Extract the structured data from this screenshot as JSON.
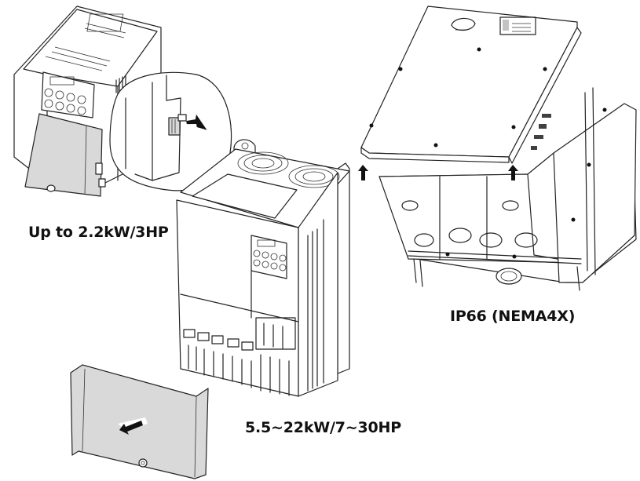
{
  "figure": {
    "labels": {
      "small_drive": "Up to 2.2kW/3HP",
      "medium_drive": "5.5~22kW/7~30HP",
      "ip66_drive": "IP66 (NEMA4X)"
    },
    "colors": {
      "line": "#222222",
      "cover_fill": "#d9d9d9",
      "background": "#ffffff",
      "text": "#111111"
    },
    "illustrations": [
      {
        "id": "small-drive",
        "description": "Compact inverter up to 2.2kW with front cover being removed and detail callout of latch"
      },
      {
        "id": "medium-drive",
        "description": "Inverter 5.5~22kW with front cover removed"
      },
      {
        "id": "ip66-drive",
        "description": "IP66 (NEMA4X) enclosure with lid lifted off"
      }
    ]
  }
}
